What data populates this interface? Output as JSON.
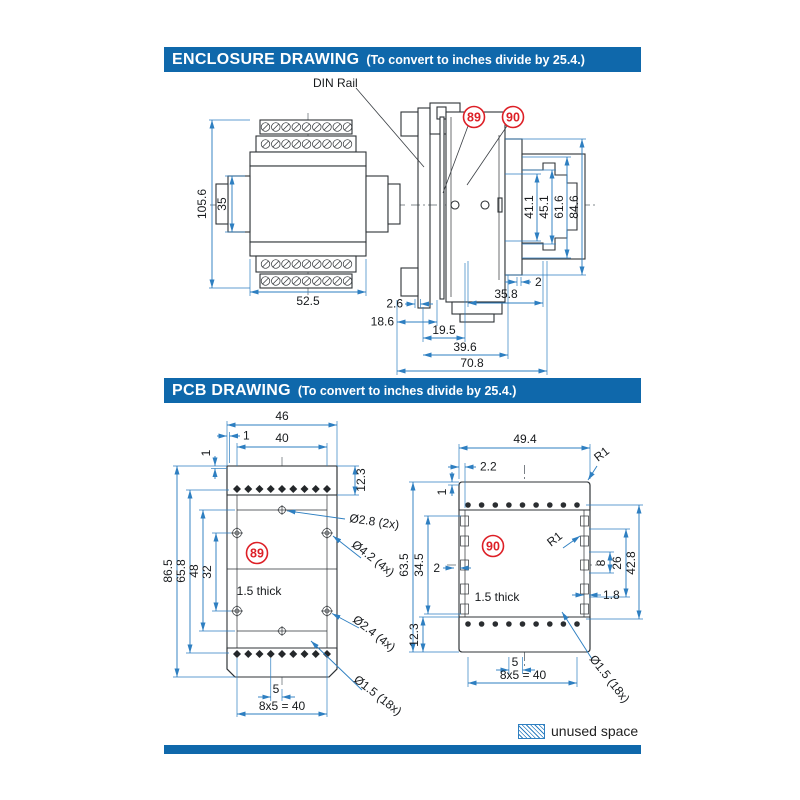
{
  "colors": {
    "banner_blue": "#0f68ab",
    "dim_blue": "#2e7fc1",
    "balloon_red": "#dd1f26"
  },
  "enclosure": {
    "header_title": "ENCLOSURE DRAWING",
    "header_subtitle": "(To convert to inches divide by 25.4.)",
    "din_rail": "DIN Rail",
    "balloon_89": "89",
    "balloon_90": "90",
    "front": {
      "height": "105.6",
      "connector_height": "35",
      "width": "52.5"
    },
    "side": {
      "d41": "41.1",
      "d45": "45.1",
      "d61": "61.6",
      "d84": "84.6",
      "d2": "2",
      "d35_8": "35.8",
      "d2_6": "2.6",
      "d18_6": "18.6",
      "d19_5": "19.5",
      "d39_6": "39.6",
      "d70_8": "70.8"
    }
  },
  "pcb": {
    "header_title": "PCB DRAWING",
    "header_subtitle": "(To convert to inches divide by 25.4.)",
    "board89": {
      "balloon": "89",
      "thickness": "1.5 thick",
      "w46": "46",
      "w40": "40",
      "m1a": "1",
      "m1b": "1",
      "h12_3": "12.3",
      "h86_5": "86.5",
      "h65_8": "65.8",
      "h48": "48",
      "h32": "32",
      "p5": "5",
      "p40": "8x5 = 40",
      "hole_2_8": "Ø2.8 (2x)",
      "hole_4_2": "Ø4.2 (4x)",
      "hole_2_4": "Ø2.4 (4x)",
      "hole_1_5": "Ø1.5 (18x)"
    },
    "board90": {
      "balloon": "90",
      "thickness": "1.5 thick",
      "w49_4": "49.4",
      "m2_2": "2.2",
      "m1": "1",
      "r1a": "R1",
      "r1b": "R1",
      "h63_5": "63.5",
      "h34_5": "34.5",
      "m2": "2",
      "h12_3": "12.3",
      "s8": "8",
      "s26": "26",
      "s42_8": "42.8",
      "s1_8": "1.8",
      "p5": "5",
      "p40": "8x5 = 40",
      "hole_1_5": "Ø1.5 (18x)"
    }
  },
  "legend": {
    "unused": "unused space"
  }
}
